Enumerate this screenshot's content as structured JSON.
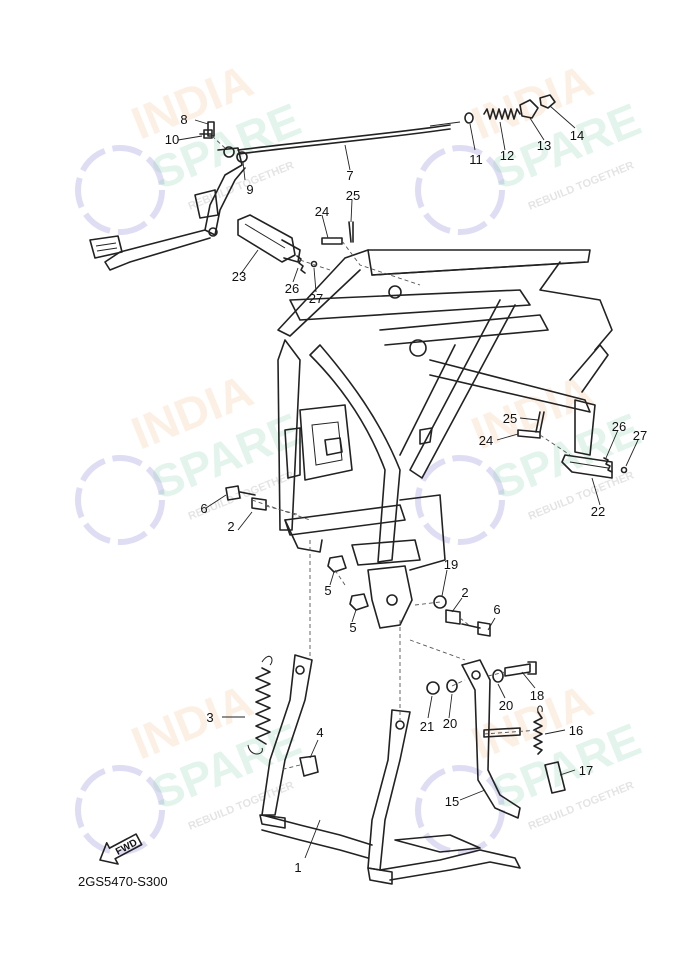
{
  "diagram_code": "2GS5470-S300",
  "fwd_label": "FWD",
  "watermark": {
    "line1": "INDIA",
    "line2": "SPARE",
    "tagline": "REBUILD TOGETHER",
    "color_line1": "#f5b88a",
    "color_line2": "#7fd0a8",
    "color_icon": "#b7b3e6"
  },
  "callouts": [
    {
      "n": "1"
    },
    {
      "n": "2"
    },
    {
      "n": "2"
    },
    {
      "n": "3"
    },
    {
      "n": "4"
    },
    {
      "n": "5"
    },
    {
      "n": "5"
    },
    {
      "n": "6"
    },
    {
      "n": "6"
    },
    {
      "n": "7"
    },
    {
      "n": "8"
    },
    {
      "n": "9"
    },
    {
      "n": "10"
    },
    {
      "n": "11"
    },
    {
      "n": "12"
    },
    {
      "n": "13"
    },
    {
      "n": "14"
    },
    {
      "n": "15"
    },
    {
      "n": "16"
    },
    {
      "n": "17"
    },
    {
      "n": "18"
    },
    {
      "n": "19"
    },
    {
      "n": "20"
    },
    {
      "n": "20"
    },
    {
      "n": "21"
    },
    {
      "n": "22"
    },
    {
      "n": "23"
    },
    {
      "n": "24"
    },
    {
      "n": "24"
    },
    {
      "n": "25"
    },
    {
      "n": "25"
    },
    {
      "n": "26"
    },
    {
      "n": "26"
    },
    {
      "n": "27"
    },
    {
      "n": "27"
    }
  ]
}
